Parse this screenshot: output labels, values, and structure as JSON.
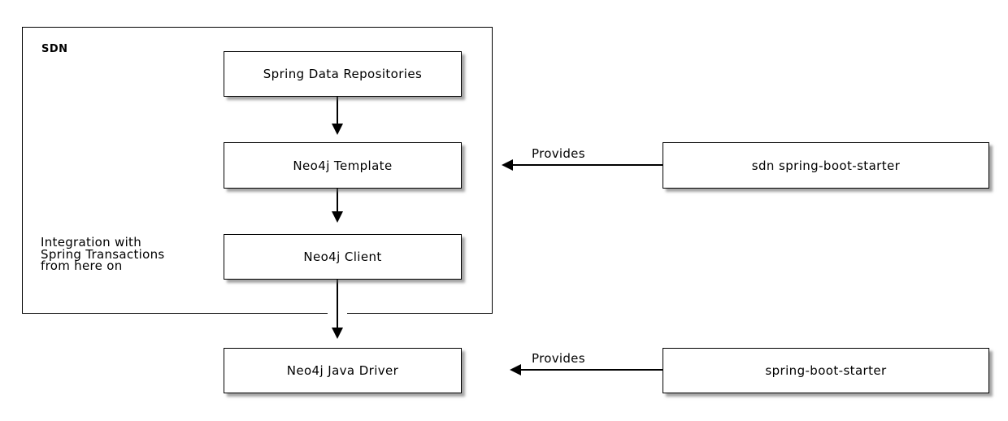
{
  "diagram": {
    "container": {
      "label": "SDN"
    },
    "nodes": {
      "spring_data_repositories": "Spring Data Repositories",
      "neo4j_template": "Neo4j Template",
      "neo4j_client": "Neo4j Client",
      "neo4j_java_driver": "Neo4j Java Driver",
      "sdn_spring_boot_starter": "sdn spring-boot-starter",
      "spring_boot_starter": "spring-boot-starter"
    },
    "note": [
      "Integration with",
      "Spring Transactions",
      "from here on"
    ],
    "edges": {
      "top_provides": "Provides",
      "bottom_provides": "Provides"
    },
    "colors": {
      "background": "#FFFFFF",
      "box_fill": "#FFFFFF",
      "border": "#000000",
      "text": "#000000",
      "shadow": "#5A5A5A"
    }
  }
}
